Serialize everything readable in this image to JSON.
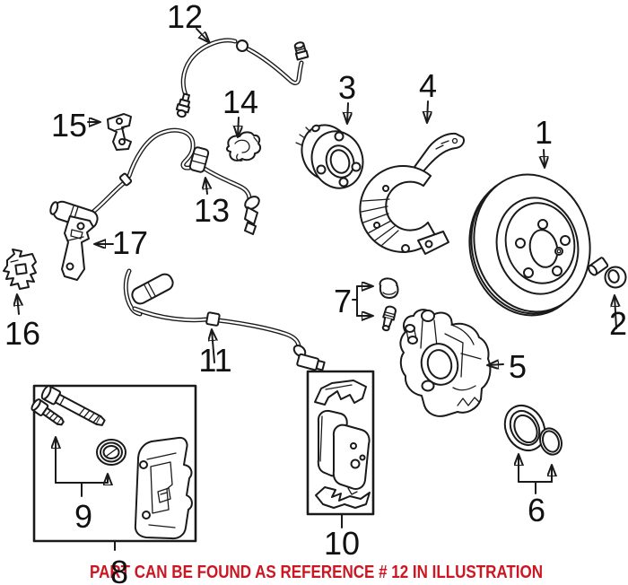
{
  "diagram": {
    "line_color": "#1a1a1a",
    "background": "#ffffff",
    "callouts": [
      {
        "label": "1"
      },
      {
        "label": "2"
      },
      {
        "label": "3"
      },
      {
        "label": "4"
      },
      {
        "label": "5"
      },
      {
        "label": "6"
      },
      {
        "label": "7"
      },
      {
        "label": "8"
      },
      {
        "label": "9"
      },
      {
        "label": "10"
      },
      {
        "label": "11"
      },
      {
        "label": "12"
      },
      {
        "label": "13"
      },
      {
        "label": "14"
      },
      {
        "label": "15"
      },
      {
        "label": "16"
      },
      {
        "label": "17"
      }
    ]
  },
  "notice": {
    "text": "PART CAN BE FOUND AS REFERENCE # 12 IN ILLUSTRATION",
    "color": "#cc1622"
  }
}
